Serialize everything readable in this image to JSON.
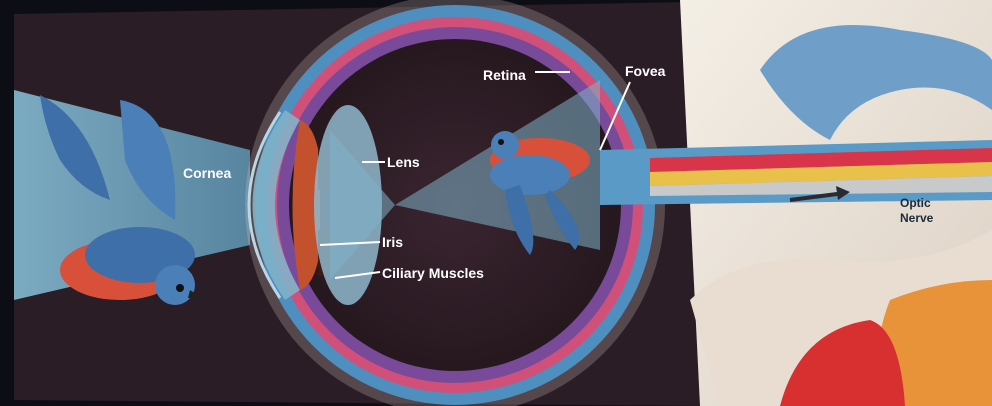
{
  "labels": {
    "cornea": "Cornea",
    "lens": "Lens",
    "retina": "Retina",
    "fovea": "Fovea",
    "iris": "Iris",
    "ciliary_muscles": "Ciliary Muscles",
    "optic_nerve_line1": "Optic",
    "optic_nerve_line2": "Nerve"
  },
  "colors": {
    "background": "#2a1e26",
    "light_cone": "#6f9fb6",
    "sclera_blue": "#4f8fbf",
    "choroid_pink": "#d0507a",
    "retina_purple": "#7a4a9a",
    "nerve_red": "#d8344a",
    "nerve_yellow": "#e8c04a",
    "bird_orange": "#d8503a",
    "bird_blue": "#4a7fb8",
    "brain_cream": "#eee6da"
  }
}
